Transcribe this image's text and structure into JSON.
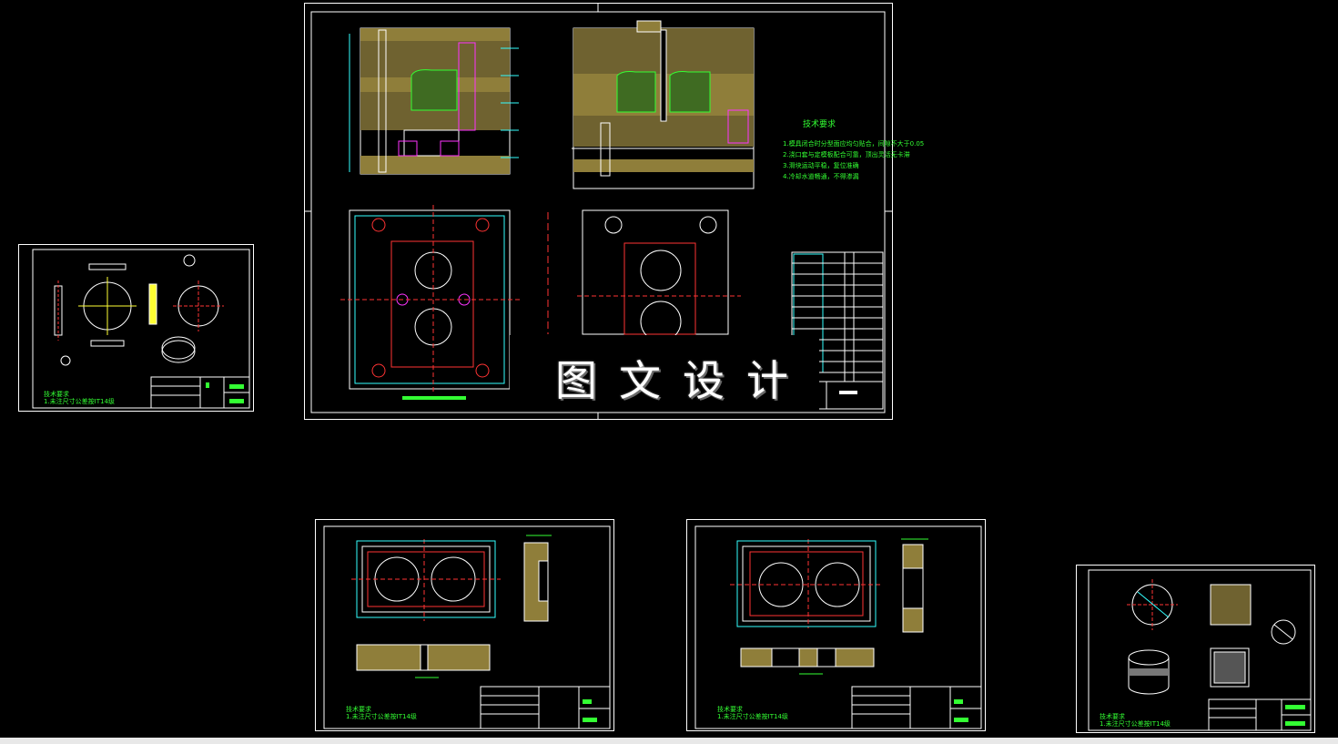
{
  "watermark": {
    "text": "图文设计"
  },
  "sheet1": {
    "tech_title": "技术要求",
    "tech_lines": [
      "1.模具闭合时分型面应均匀贴合，间隙不大于0.05",
      "2.浇口套与定模板配合可靠，顶出灵活无卡滞",
      "3.滑块运动平稳，复位准确",
      "4.冷却水道畅通，不得渗漏"
    ]
  },
  "sheet2": {
    "note_title": "技术要求",
    "note_line": "1.未注尺寸公差按IT14级"
  },
  "sheet3": {
    "note_title": "技术要求",
    "note_line": "1.未注尺寸公差按IT14级"
  },
  "sheet4": {
    "note_title": "技术要求",
    "note_line": "1.未注尺寸公差按IT14级"
  },
  "sheet5": {
    "note_title": "技术要求",
    "note_line": "1.未注尺寸公差按IT14级"
  },
  "colors": {
    "line": "#ffffff",
    "green": "#33ff33",
    "yellow": "#ffff33",
    "cyan": "#33ffff",
    "red": "#ff3333",
    "magenta": "#ff33ff",
    "hatch": "#b5a24a"
  }
}
